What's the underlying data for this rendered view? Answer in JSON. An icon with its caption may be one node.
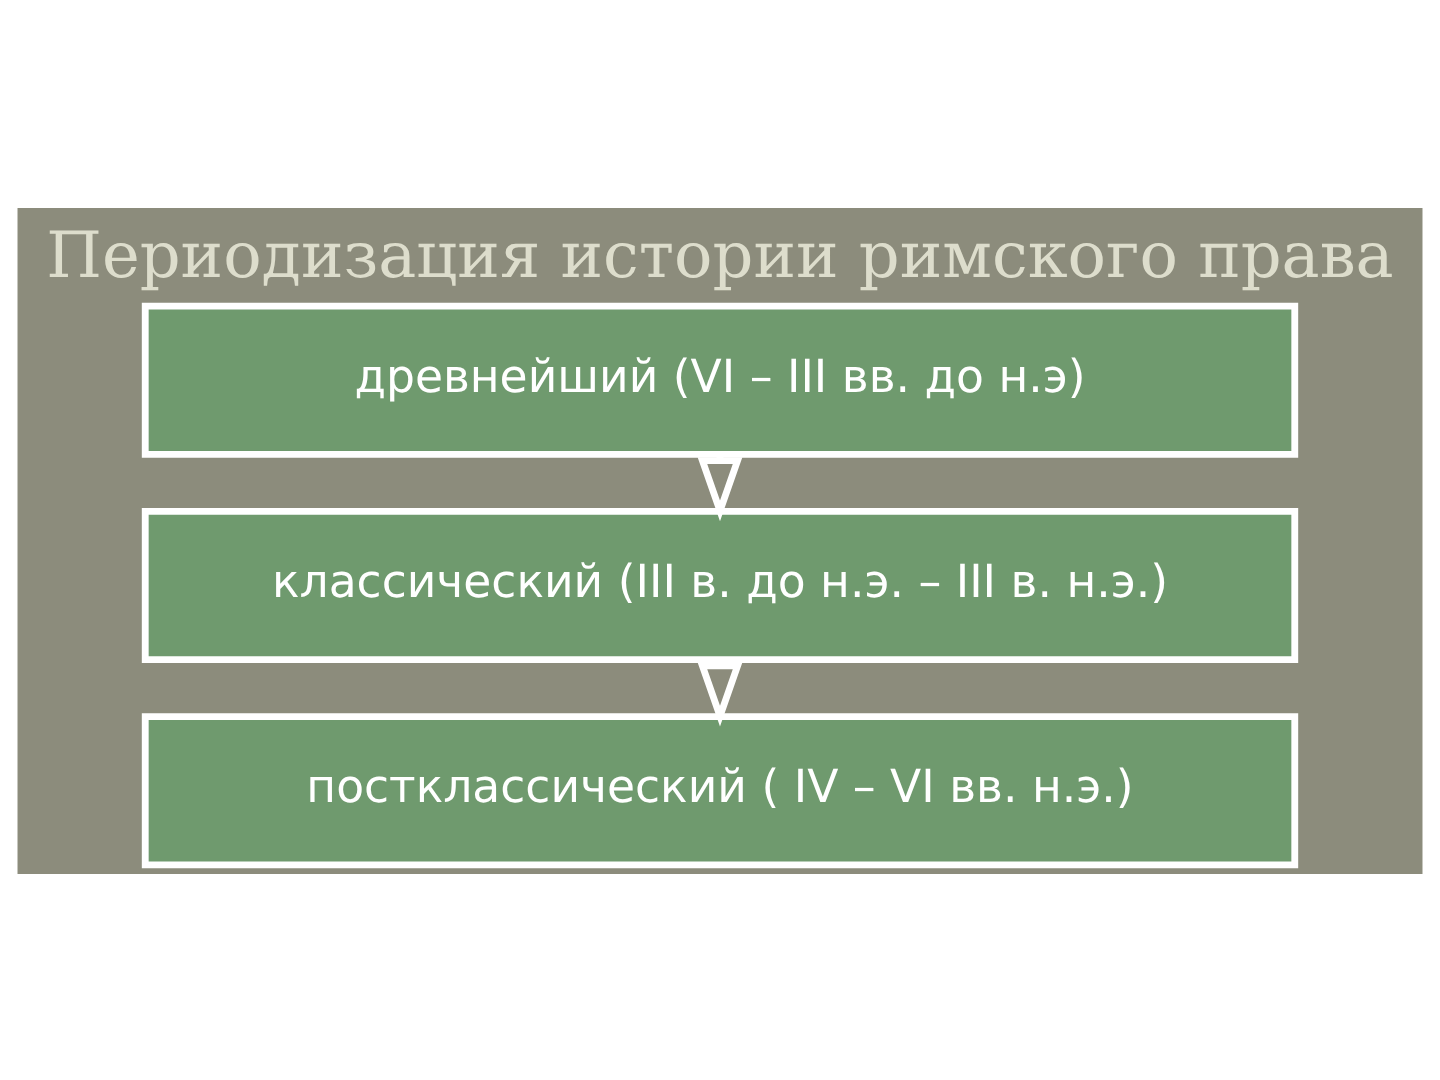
{
  "diagram": {
    "title": "Периодизация истории римского права",
    "nodes": [
      {
        "text": [
          "древнейший (VI – III вв. до н.э)"
        ]
      },
      {
        "text": [
          "классический (III в. до н.э. – III в. н.э.)"
        ]
      },
      {
        "text": [
          "постклассический ( IV – VI вв. н.э.)"
        ]
      }
    ],
    "edges": [
      {
        "from": 0,
        "to": 1,
        "arrow": "to"
      },
      {
        "from": 1,
        "to": 2,
        "arrow": "to"
      }
    ]
  }
}
